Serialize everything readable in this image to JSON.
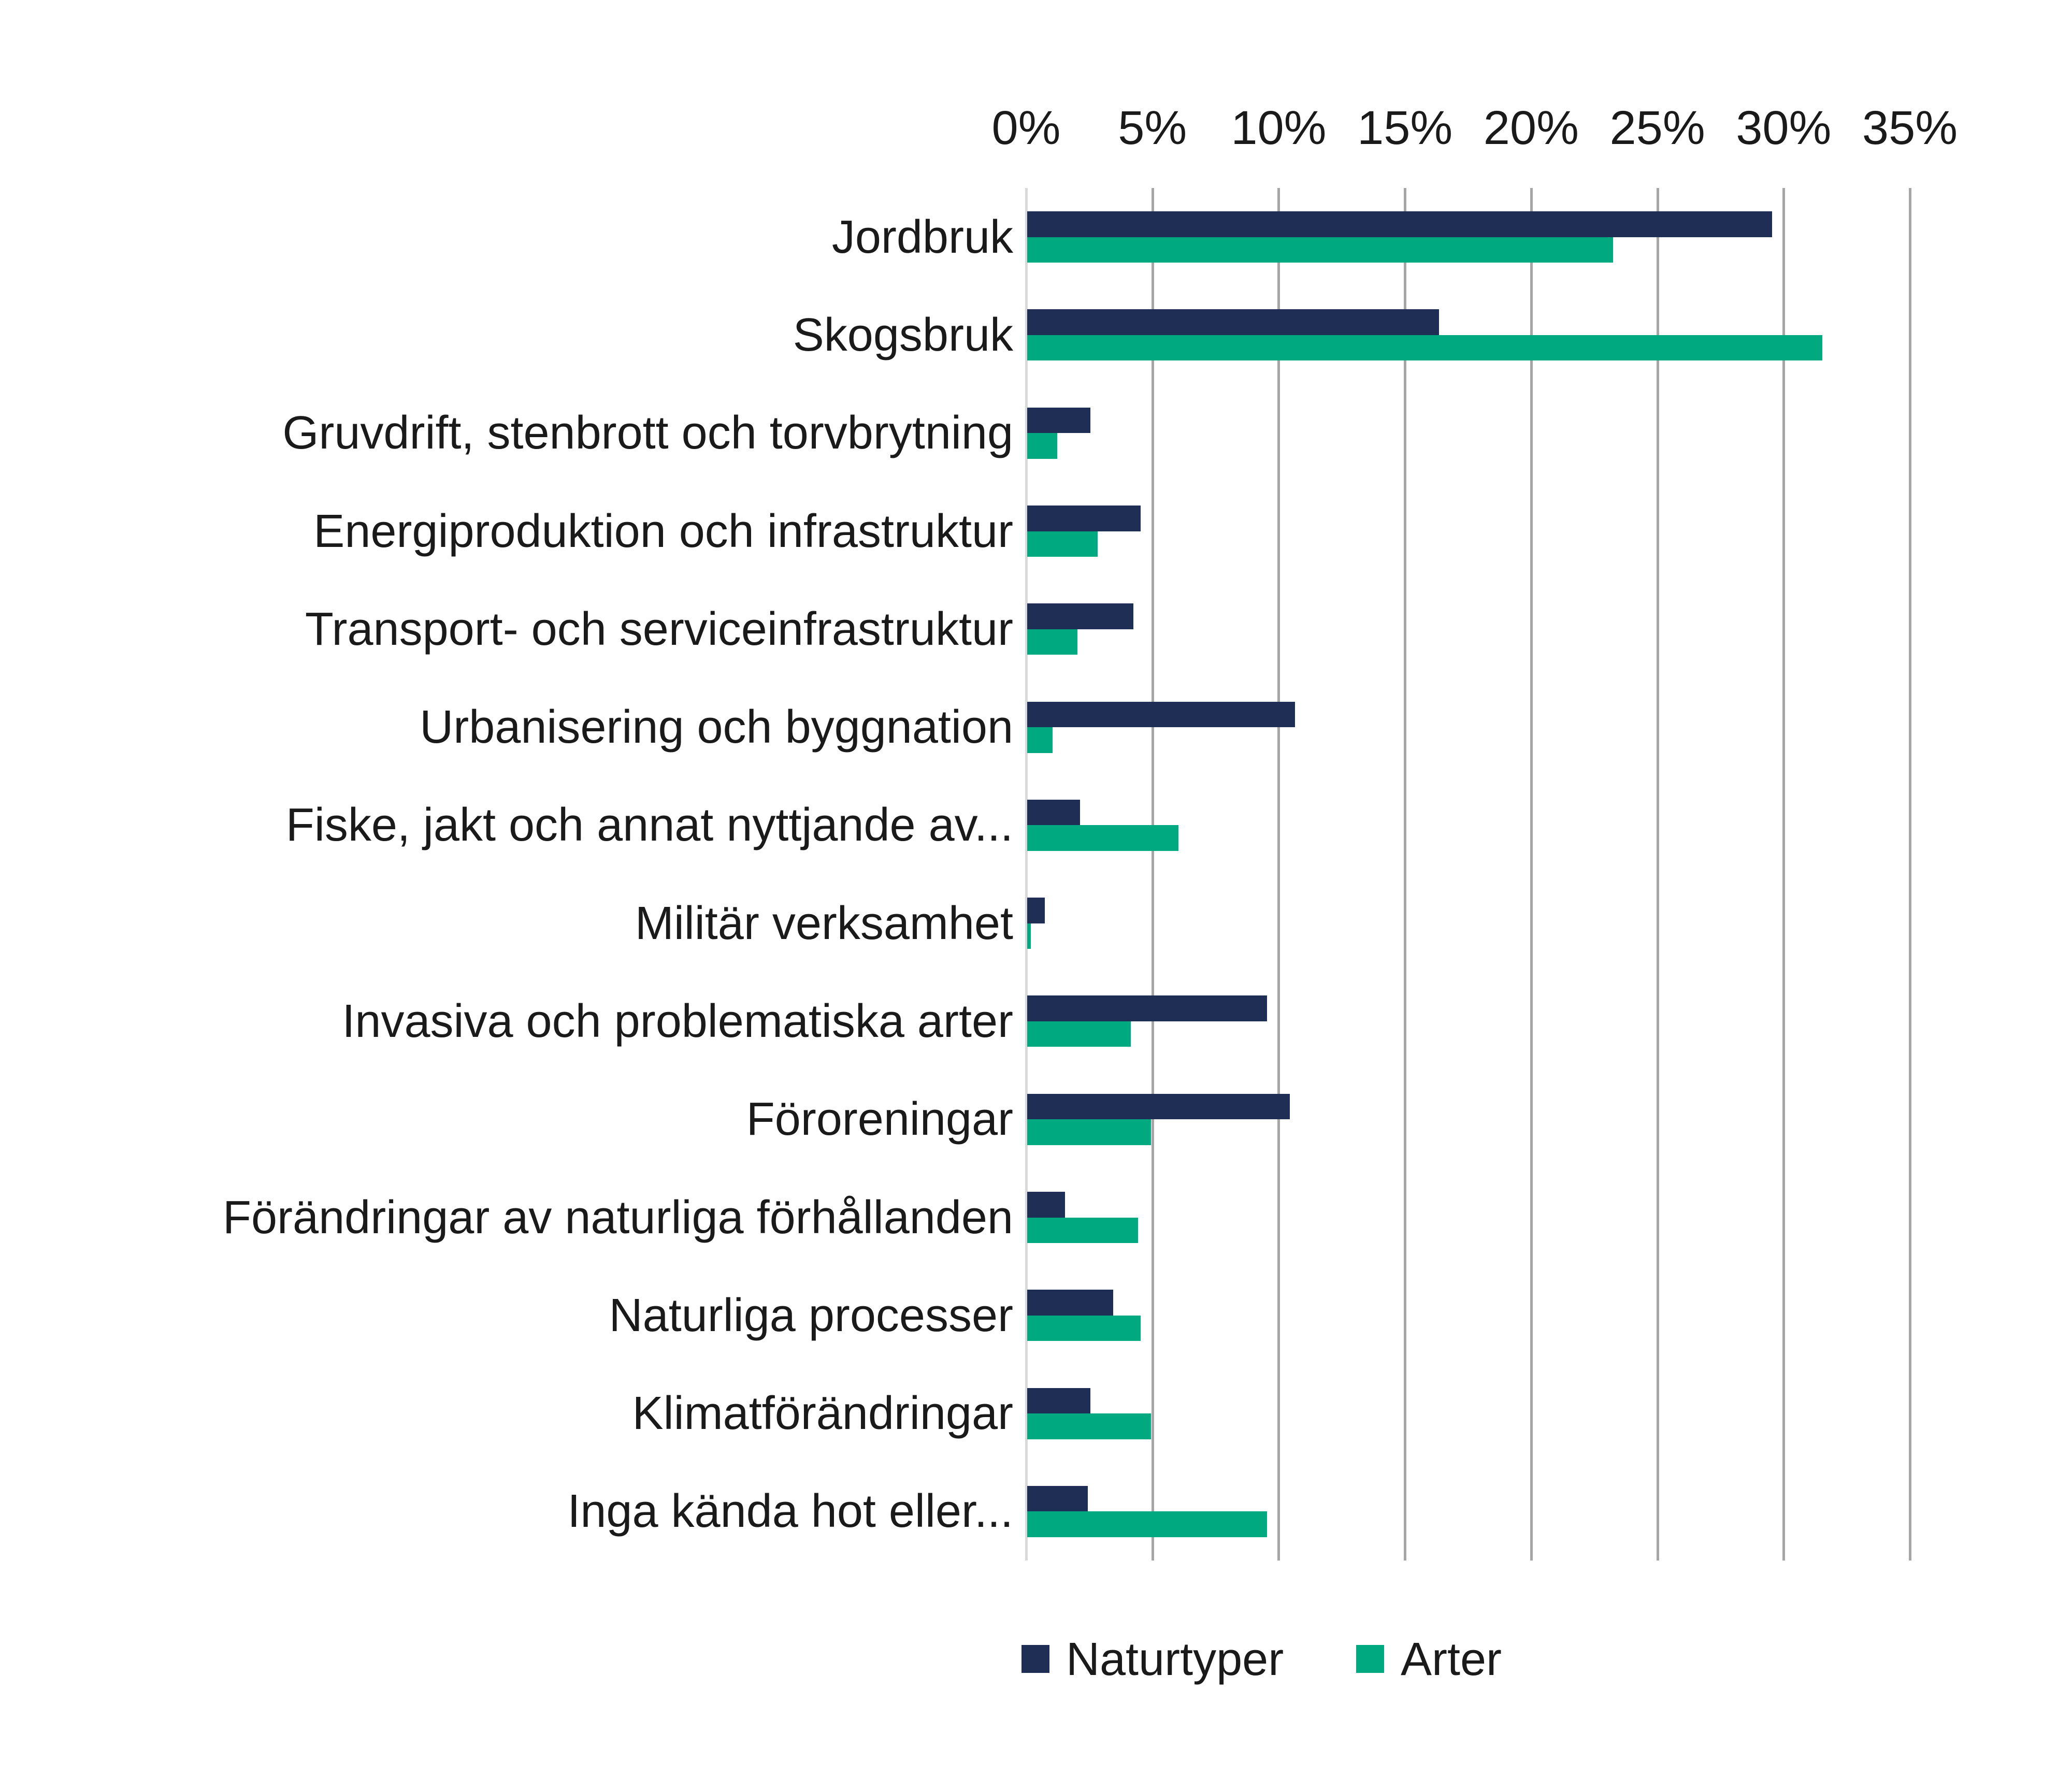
{
  "chart_data": {
    "type": "bar",
    "orientation": "horizontal",
    "title": "",
    "xlabel": "",
    "ylabel": "",
    "axis": {
      "min": 0,
      "max": 35,
      "tick_step": 5,
      "tick_labels": [
        "0%",
        "5%",
        "10%",
        "15%",
        "20%",
        "25%",
        "30%",
        "35%"
      ],
      "grid": true
    },
    "categories": [
      "Jordbruk",
      "Skogsbruk",
      "Gruvdrift, stenbrott och torvbrytning",
      "Energiproduktion och infrastruktur",
      "Transport- och serviceinfrastruktur",
      "Urbanisering och byggnation",
      "Fiske, jakt och annat nyttjande av...",
      "Militär verksamhet",
      "Invasiva och problematiska arter",
      "Föroreningar",
      "Förändringar av naturliga förhållanden",
      "Naturliga processer",
      "Klimatförändringar",
      "Inga kända hot eller..."
    ],
    "series": [
      {
        "name": "Naturtyper",
        "color": "#1E2E54",
        "values": [
          29.5,
          16.3,
          2.5,
          4.5,
          4.2,
          10.6,
          2.1,
          0.7,
          9.5,
          10.4,
          1.5,
          3.4,
          2.5,
          2.4
        ]
      },
      {
        "name": "Arter",
        "color": "#00A980",
        "values": [
          23.2,
          31.5,
          1.2,
          2.8,
          2.0,
          1.0,
          6.0,
          0.15,
          4.1,
          4.9,
          4.4,
          4.5,
          4.9,
          9.5
        ]
      }
    ],
    "legend_position": "bottom",
    "unit": "%"
  },
  "style_colors": {
    "axis_line": "#D9D9D9",
    "gridline": "#A6A6A6",
    "text": "#1A1A1A",
    "background": "#FFFFFF"
  }
}
